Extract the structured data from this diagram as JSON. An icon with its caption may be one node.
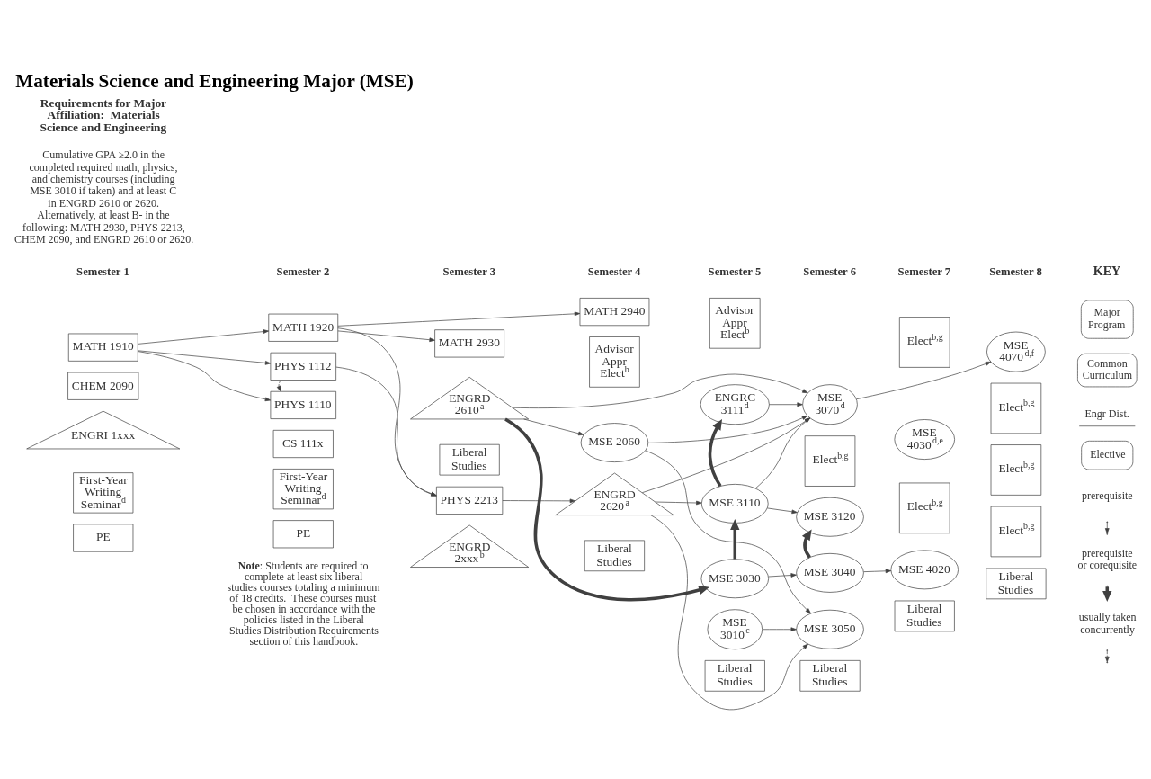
{
  "diagram": {
    "title": "Materials Science and Engineering Major (MSE)",
    "nodes": [
      {
        "text": [
          "MATH 1910"
        ]
      },
      {
        "text": [
          "CHEM 2090"
        ]
      },
      {
        "text": [
          "ENGRI 1xxx"
        ]
      },
      {
        "text": [
          "First-Year Writing Seminar$^{d}$"
        ]
      },
      {
        "text": [
          "PE"
        ]
      },
      {
        "text": [
          "MATH 1920"
        ]
      },
      {
        "text": [
          "PHYS 1112"
        ]
      },
      {
        "text": [
          "PHYS 1110"
        ]
      },
      {
        "text": [
          "CS 111x"
        ]
      },
      {
        "text": [
          "First-Year Writing Seminar$^{d}$"
        ]
      },
      {
        "text": [
          "PE"
        ]
      },
      {
        "text": [
          "MATH 2930"
        ]
      },
      {
        "text": [
          "PHYS 2213"
        ]
      },
      {
        "text": [
          "ENGRD 2xxx$^{b}$"
        ]
      },
      {
        "text": [
          "ENGRD 2610$^{a}$"
        ]
      },
      {
        "text": [
          "Liberal Studies"
        ]
      },
      {
        "text": [
          "MATH 2940"
        ]
      },
      {
        "text": [
          "Advisor Appr Elect$^{b}$"
        ]
      },
      {
        "text": [
          "MSE 2060"
        ]
      },
      {
        "text": [
          "ENGRD 2620$^{a}$"
        ]
      },
      {
        "text": [
          "Liberal Studies"
        ]
      },
      {
        "text": [
          "Advisor Appr Elect$^{b}$"
        ]
      },
      {
        "text": [
          "MSE 3110"
        ]
      },
      {
        "text": [
          "ENGRC 3111$^{d}$"
        ]
      },
      {
        "text": [
          "MSE 3030"
        ]
      },
      {
        "text": [
          "MSE 3010$^{c}$"
        ]
      },
      {
        "text": [
          "Liberal Studies"
        ]
      },
      {
        "text": [
          "MSE 3070$^{d}$"
        ]
      },
      {
        "text": [
          "Elect$^{b,g}$"
        ]
      },
      {
        "text": [
          "MSE 3120"
        ]
      },
      {
        "text": [
          "MSE 3040"
        ]
      },
      {
        "text": [
          "MSE 3050"
        ]
      },
      {
        "text": [
          "Liberal Studies"
        ]
      },
      {
        "text": [
          "Elect$^{b,g}$"
        ]
      },
      {
        "text": [
          "MSE 4030$^{d,e}$"
        ]
      },
      {
        "text": [
          "Elect$^{b,g}$"
        ]
      },
      {
        "text": [
          "MSE 4020"
        ]
      },
      {
        "text": [
          "Liberal Studies"
        ]
      },
      {
        "text": [
          "MSE 4070$^{d,f}$"
        ]
      },
      {
        "text": [
          "Elect$^{b,g}$"
        ]
      },
      {
        "text": [
          "Elect$^{b,g}$"
        ]
      },
      {
        "text": [
          "Elect$^{b,g}$"
        ]
      },
      {
        "text": [
          "Liberal Studies"
        ]
      }
    ],
    "edges": [
      {
        "from": 0,
        "to": 5,
        "arrow": "to"
      },
      {
        "from": 0,
        "to": 6,
        "arrow": "to"
      },
      {
        "from": 0,
        "to": 7,
        "arrow": "to"
      },
      {
        "from": 5,
        "to": 11,
        "arrow": "to"
      },
      {
        "from": 5,
        "to": 16,
        "arrow": "to"
      },
      {
        "from": 5,
        "to": 12,
        "arrow": "to"
      },
      {
        "from": 6,
        "to": 12,
        "arrow": "to"
      },
      {
        "from": 6,
        "to": 7,
        "arrow": "to",
        "style": "dashed"
      },
      {
        "from": 12,
        "to": 19,
        "arrow": "to"
      },
      {
        "from": 14,
        "to": 18,
        "arrow": "to"
      },
      {
        "from": 14,
        "to": 24,
        "arrow": "to",
        "style": "thick"
      },
      {
        "from": 14,
        "to": 27,
        "arrow": "to"
      },
      {
        "from": 18,
        "to": 27,
        "arrow": "to"
      },
      {
        "from": 18,
        "to": 31,
        "arrow": "to"
      },
      {
        "from": 19,
        "to": 27,
        "arrow": "to"
      },
      {
        "from": 19,
        "to": 22,
        "arrow": "to"
      },
      {
        "from": 19,
        "to": 31,
        "arrow": "to"
      },
      {
        "from": 22,
        "to": 23,
        "arrow": "to",
        "style": "thick"
      },
      {
        "from": 22,
        "to": 27,
        "arrow": "to"
      },
      {
        "from": 22,
        "to": 29,
        "arrow": "to"
      },
      {
        "from": 23,
        "to": 27,
        "arrow": "to"
      },
      {
        "from": 24,
        "to": 22,
        "arrow": "to",
        "style": "thick"
      },
      {
        "from": 24,
        "to": 30,
        "arrow": "to"
      },
      {
        "from": 25,
        "to": 31,
        "arrow": "to"
      },
      {
        "from": 30,
        "to": 29,
        "arrow": "to",
        "style": "thick"
      },
      {
        "from": 30,
        "to": 36,
        "arrow": "to"
      },
      {
        "from": 27,
        "to": 38,
        "arrow": "to"
      }
    ],
    "labels": [
      "Requirements for Major Affiliation:  Materials Science and Engineering",
      "Cumulative GPA ≥2.0 in the completed required math, physics, and chemistry courses (including MSE 3010 if taken) and at least C in ENGRD 2610 or 2620. Alternatively, at least B- in the following: MATH 2930, PHYS 2213, CHEM 2090, and ENGRD 2610 or 2620.",
      "Semester 1",
      "Semester 2",
      "Semester 3",
      "Semester 4",
      "Semester 5",
      "Semester 6",
      "Semester 7",
      "Semester 8",
      "KEY",
      "**Note**: Students are required to complete at least six liberal studies courses totaling a minimum of 18 credits.  These courses must be chosen in accordance with the policies listed in the Liberal Studies Distribution Requirements section of this handbook."
    ],
    "legend": [
      {
        "text": "Major Program"
      },
      {
        "text": "Common Curriculum"
      },
      {
        "text": "Engr Dist."
      },
      {
        "text": "Elective"
      },
      {
        "text": "prerequisite"
      },
      {
        "text": "prerequisite or corequisite"
      },
      {
        "text": "usually taken concurrently"
      }
    ]
  }
}
